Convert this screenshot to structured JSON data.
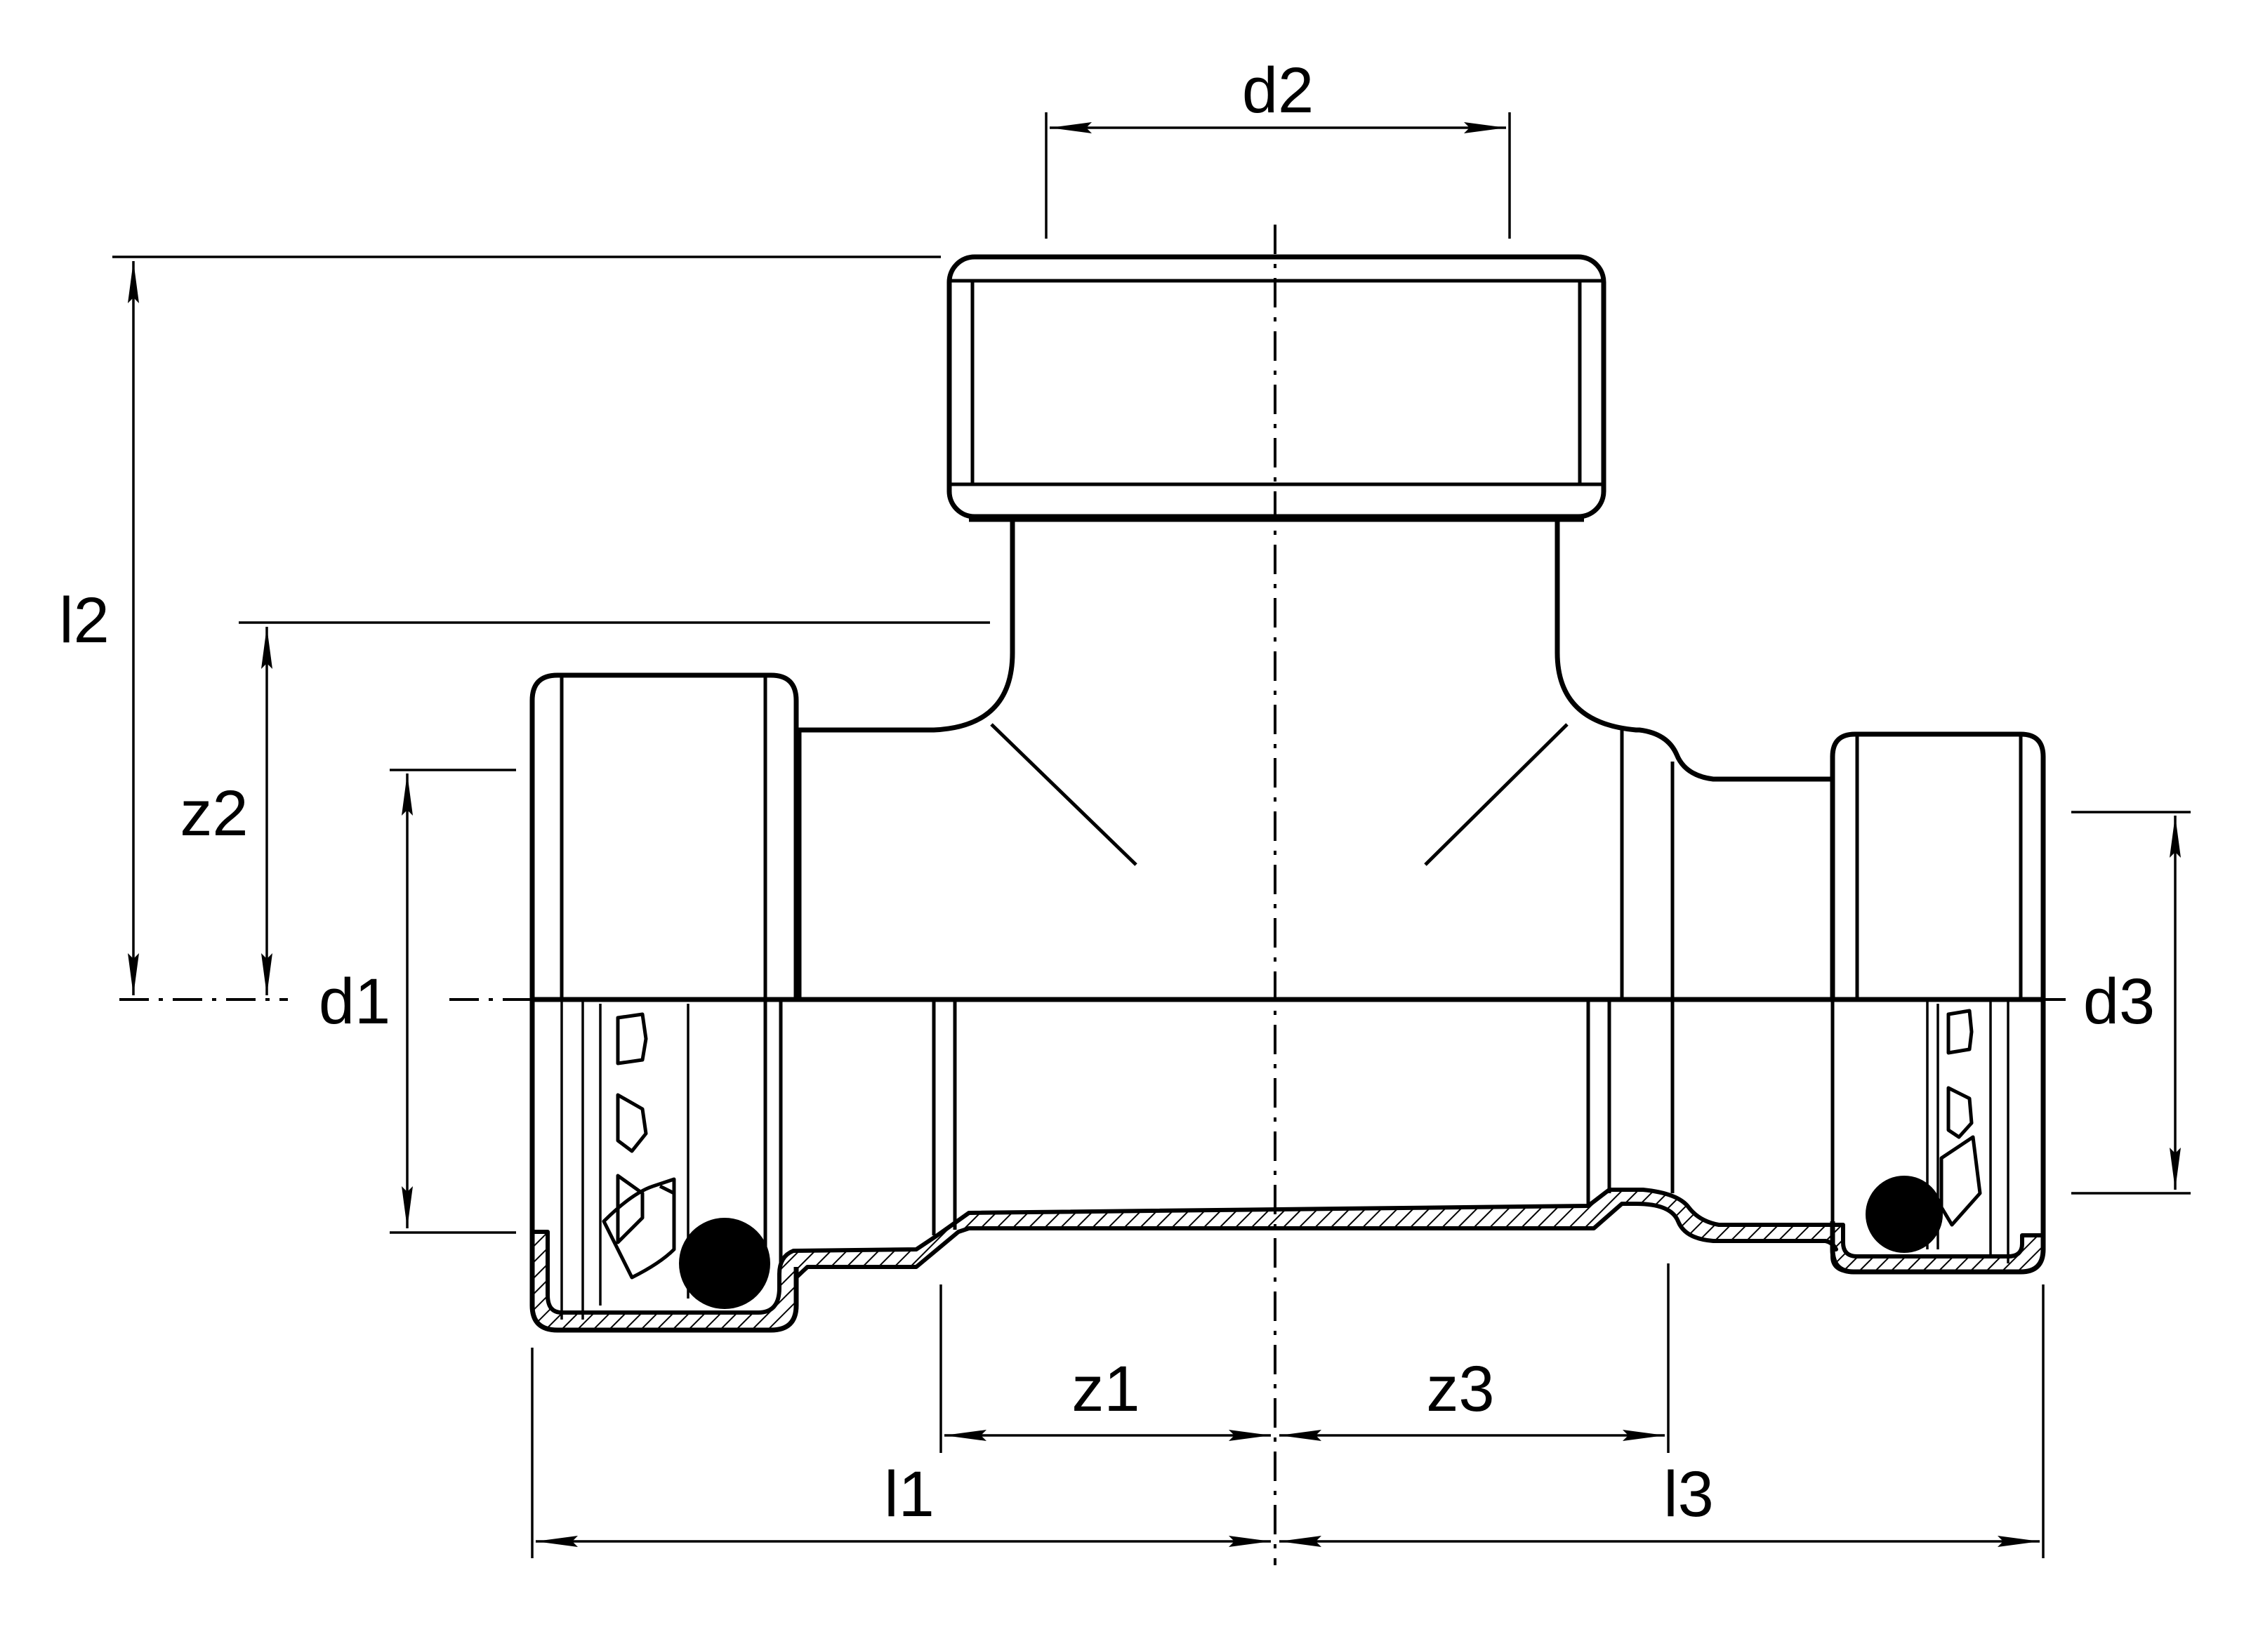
{
  "labels": {
    "d1": "d1",
    "d2": "d2",
    "d3": "d3",
    "l1": "l1",
    "l2": "l2",
    "l3": "l3",
    "z1": "z1",
    "z2": "z2",
    "z3": "z3"
  },
  "colors": {
    "line": "#000000",
    "background": "#ffffff"
  }
}
